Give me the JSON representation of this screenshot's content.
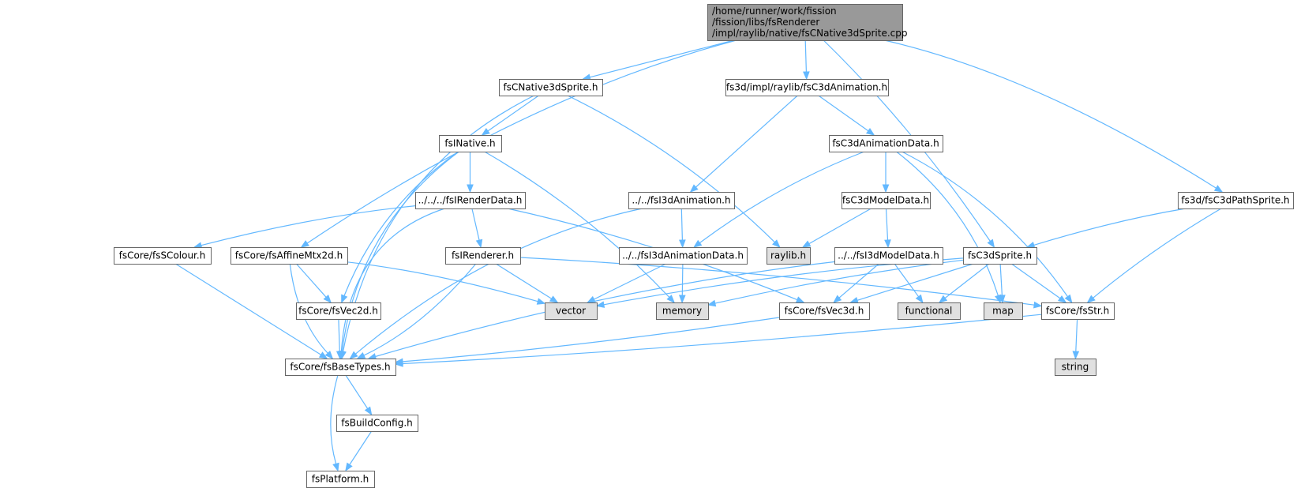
{
  "colors": {
    "root_fill": "#999999",
    "node_fill": "#ffffff",
    "external_fill": "#e0e0e0",
    "border": "#666666",
    "edge": "#63b8ff"
  },
  "nodes": [
    {
      "id": "root",
      "lines": [
        "/home/runner/work/fission",
        "/fission/libs/fsRenderer",
        "/impl/raylib/native/fsCNative3dSprite.cpp"
      ],
      "kind": "root",
      "align": "left"
    },
    {
      "id": "fsCNative3dSprite_h",
      "lines": [
        "fsCNative3dSprite.h"
      ],
      "kind": "header"
    },
    {
      "id": "fsC3dAnimation_h",
      "lines": [
        "fs3d/impl/raylib/fsC3dAnimation.h"
      ],
      "kind": "header"
    },
    {
      "id": "fsC3dPathSprite_h",
      "lines": [
        "fs3d/fsC3dPathSprite.h"
      ],
      "kind": "header"
    },
    {
      "id": "fsINative_h",
      "lines": [
        "fsINative.h"
      ],
      "kind": "header"
    },
    {
      "id": "fsC3dAnimationData_h",
      "lines": [
        "fsC3dAnimationData.h"
      ],
      "kind": "header"
    },
    {
      "id": "fsIRenderData_h",
      "lines": [
        "../../../fsIRenderData.h"
      ],
      "kind": "header"
    },
    {
      "id": "fsI3dAnimation_h",
      "lines": [
        "../../fsI3dAnimation.h"
      ],
      "kind": "header"
    },
    {
      "id": "fsC3dModelData_h",
      "lines": [
        "fsC3dModelData.h"
      ],
      "kind": "header"
    },
    {
      "id": "fsSColour_h",
      "lines": [
        "fsCore/fsSColour.h"
      ],
      "kind": "header"
    },
    {
      "id": "fsAffineMtx2d_h",
      "lines": [
        "fsCore/fsAffineMtx2d.h"
      ],
      "kind": "header"
    },
    {
      "id": "fsIRenderer_h",
      "lines": [
        "fsIRenderer.h"
      ],
      "kind": "header"
    },
    {
      "id": "fsI3dAnimationData_h",
      "lines": [
        "../../fsI3dAnimationData.h"
      ],
      "kind": "header"
    },
    {
      "id": "raylib_h",
      "lines": [
        "raylib.h"
      ],
      "kind": "external"
    },
    {
      "id": "fsI3dModelData_h",
      "lines": [
        "../../fsI3dModelData.h"
      ],
      "kind": "header"
    },
    {
      "id": "fsC3dSprite_h",
      "lines": [
        "fsC3dSprite.h"
      ],
      "kind": "header"
    },
    {
      "id": "fsVec2d_h",
      "lines": [
        "fsCore/fsVec2d.h"
      ],
      "kind": "header"
    },
    {
      "id": "vector",
      "lines": [
        "vector"
      ],
      "kind": "external"
    },
    {
      "id": "memory",
      "lines": [
        "memory"
      ],
      "kind": "external"
    },
    {
      "id": "fsVec3d_h",
      "lines": [
        "fsCore/fsVec3d.h"
      ],
      "kind": "header"
    },
    {
      "id": "functional",
      "lines": [
        "functional"
      ],
      "kind": "external"
    },
    {
      "id": "map",
      "lines": [
        "map"
      ],
      "kind": "external"
    },
    {
      "id": "fsStr_h",
      "lines": [
        "fsCore/fsStr.h"
      ],
      "kind": "header"
    },
    {
      "id": "string",
      "lines": [
        "string"
      ],
      "kind": "external"
    },
    {
      "id": "fsBaseTypes_h",
      "lines": [
        "fsCore/fsBaseTypes.h"
      ],
      "kind": "header"
    },
    {
      "id": "fsBuildConfig_h",
      "lines": [
        "fsBuildConfig.h"
      ],
      "kind": "header"
    },
    {
      "id": "fsPlatform_h",
      "lines": [
        "fsPlatform.h"
      ],
      "kind": "header"
    }
  ],
  "edges": [
    {
      "from": "root",
      "to": "fsCNative3dSprite_h"
    },
    {
      "from": "root",
      "to": "fsC3dAnimation_h"
    },
    {
      "from": "root",
      "to": "fsC3dPathSprite_h"
    },
    {
      "from": "root",
      "to": "fsAffineMtx2d_h"
    },
    {
      "from": "root",
      "to": "fsC3dSprite_h"
    },
    {
      "from": "fsCNative3dSprite_h",
      "to": "fsINative_h"
    },
    {
      "from": "fsCNative3dSprite_h",
      "to": "raylib_h"
    },
    {
      "from": "fsCNative3dSprite_h",
      "to": "fsBaseTypes_h"
    },
    {
      "from": "fsINative_h",
      "to": "fsIRenderData_h"
    },
    {
      "from": "fsINative_h",
      "to": "fsVec2d_h"
    },
    {
      "from": "fsINative_h",
      "to": "memory"
    },
    {
      "from": "fsINative_h",
      "to": "fsBaseTypes_h"
    },
    {
      "from": "fsIRenderData_h",
      "to": "fsSColour_h"
    },
    {
      "from": "fsIRenderData_h",
      "to": "fsIRenderer_h"
    },
    {
      "from": "fsIRenderData_h",
      "to": "fsVec3d_h"
    },
    {
      "from": "fsIRenderData_h",
      "to": "fsBaseTypes_h"
    },
    {
      "from": "fsSColour_h",
      "to": "fsBaseTypes_h"
    },
    {
      "from": "fsAffineMtx2d_h",
      "to": "fsVec2d_h"
    },
    {
      "from": "fsAffineMtx2d_h",
      "to": "vector"
    },
    {
      "from": "fsAffineMtx2d_h",
      "to": "fsBaseTypes_h"
    },
    {
      "from": "fsIRenderer_h",
      "to": "vector"
    },
    {
      "from": "fsIRenderer_h",
      "to": "fsStr_h"
    },
    {
      "from": "fsIRenderer_h",
      "to": "fsBaseTypes_h"
    },
    {
      "from": "fsVec2d_h",
      "to": "fsBaseTypes_h"
    },
    {
      "from": "fsC3dAnimation_h",
      "to": "fsI3dAnimation_h"
    },
    {
      "from": "fsC3dAnimation_h",
      "to": "fsC3dAnimationData_h"
    },
    {
      "from": "fsI3dAnimation_h",
      "to": "fsI3dAnimationData_h"
    },
    {
      "from": "fsI3dAnimation_h",
      "to": "fsBaseTypes_h"
    },
    {
      "from": "fsC3dAnimationData_h",
      "to": "fsI3dAnimationData_h"
    },
    {
      "from": "fsC3dAnimationData_h",
      "to": "fsC3dModelData_h"
    },
    {
      "from": "fsC3dAnimationData_h",
      "to": "map"
    },
    {
      "from": "fsC3dAnimationData_h",
      "to": "fsStr_h"
    },
    {
      "from": "fsI3dAnimationData_h",
      "to": "vector"
    },
    {
      "from": "fsI3dAnimationData_h",
      "to": "memory"
    },
    {
      "from": "fsC3dModelData_h",
      "to": "raylib_h"
    },
    {
      "from": "fsC3dModelData_h",
      "to": "fsI3dModelData_h"
    },
    {
      "from": "fsI3dModelData_h",
      "to": "fsVec3d_h"
    },
    {
      "from": "fsI3dModelData_h",
      "to": "functional"
    },
    {
      "from": "fsI3dModelData_h",
      "to": "fsBaseTypes_h"
    },
    {
      "from": "fsC3dPathSprite_h",
      "to": "fsC3dSprite_h"
    },
    {
      "from": "fsC3dPathSprite_h",
      "to": "fsStr_h"
    },
    {
      "from": "fsC3dSprite_h",
      "to": "vector"
    },
    {
      "from": "fsC3dSprite_h",
      "to": "memory"
    },
    {
      "from": "fsC3dSprite_h",
      "to": "fsVec3d_h"
    },
    {
      "from": "fsC3dSprite_h",
      "to": "functional"
    },
    {
      "from": "fsC3dSprite_h",
      "to": "map"
    },
    {
      "from": "fsC3dSprite_h",
      "to": "fsStr_h"
    },
    {
      "from": "fsVec3d_h",
      "to": "fsBaseTypes_h"
    },
    {
      "from": "fsStr_h",
      "to": "string"
    },
    {
      "from": "fsStr_h",
      "to": "fsBaseTypes_h"
    },
    {
      "from": "fsBaseTypes_h",
      "to": "fsBuildConfig_h"
    },
    {
      "from": "fsBaseTypes_h",
      "to": "fsPlatform_h"
    },
    {
      "from": "fsBuildConfig_h",
      "to": "fsPlatform_h"
    }
  ]
}
